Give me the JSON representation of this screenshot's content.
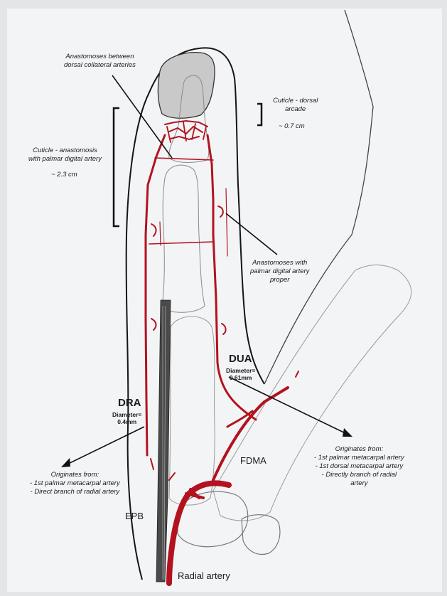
{
  "labels": {
    "anastomoses_dorsal": "Anastomoses between\ndorsal collateral arteries",
    "cuticle_dorsal_arcade": "Cuticle - dorsal\narcade",
    "cuticle_dorsal_size": "~ 0.7 cm",
    "cuticle_anastomosis": "Cuticle - anastomosis\nwith palmar digital artery",
    "cuticle_anastomosis_size": "~ 2.3 cm",
    "anastomoses_palmar": "Anastomoses with\npalmar digital artery\nproper",
    "dua": "DUA",
    "dua_diameter": "Diameter=\n0.61mm",
    "dra": "DRA",
    "dra_diameter": "Diameter=\n0.4mm",
    "fdma": "FDMA",
    "epb": "EPB",
    "radial_artery": "Radial artery",
    "origin_left": "Originates from:\n- 1st palmar metacarpal artery\n- Direct branch of radial artery",
    "origin_right": "Originates from:\n- 1st palmar metacarpal artery\n- 1st dorsal metacarpal artery\n- Directly branch of radial\nartery"
  },
  "colors": {
    "artery": "#b3121f",
    "ink": "#151515",
    "pencil": "#8a8a8a",
    "paper": "#f3f4f6"
  }
}
